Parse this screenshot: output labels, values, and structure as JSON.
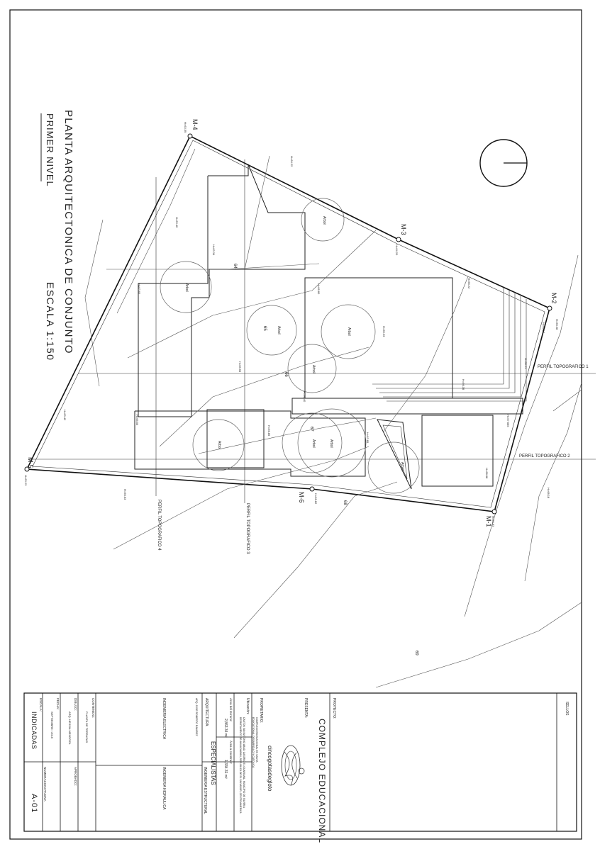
{
  "title_block": {
    "proyecto_label": "PROYECTO:",
    "proyecto": "COMPLEJO EDUCACIONAL",
    "presenta_label": "PRESENTA:",
    "logo_text": "cincogotasdegloto",
    "propietario_label": "PROPIETARIO:",
    "propietario_lines": [
      "COMPLEJO EDUCACIONAL EN SANTA",
      "EDUCACIONAL DESARROLLO Y CATOLICA"
    ],
    "ubicacion_label": "Ubicación:",
    "ubicacion_lines": [
      "CANTON SAN ANTONIO ABAD, CASERIO EL GUARUMAL, MUNICIPIO DE SILVER A",
      "DEPARTAMENTO DE AHUACHAPAN, REPUBLICA DE EL SALVADOR, CENTROAMERICA"
    ],
    "area_terreno_label": "Área del terreno:",
    "area_terreno": "2,863.34 m²",
    "area_construir_label": "Área a construir:",
    "area_construir": "1,334.31 m²",
    "especialistas_label": "ESPECIALISTAS",
    "arquitectura_label": "ARQUITECTURA",
    "arquitectura_name": "ARQ. JOSE ROBERTO RAMIREZ",
    "ing_estructural_label": "INGENIERIA ESTRUCTURAL",
    "ing_electrica_label": "INGENIERIA ELECTRICA",
    "ing_hidraulica_label": "INGENIERIA HIDRAULICA",
    "contenido_label": "CONTENIDO:",
    "contenido": "PLANTA DE TERRAZAS",
    "dibujo_label": "DIBUJO:",
    "dibujo": "ARQ. HESSIA MENDOZA",
    "aprobado_label": "APROBADO:",
    "fecha_label": "FECHA:",
    "fecha": "SEPTIEMBRE / 2016",
    "escala_label": "ESCALA:",
    "escala": "INDICADAS",
    "numeracion_label": "NUMERACION PAGINA",
    "numeracion": "A-01",
    "sellos_label": "SELLOS"
  },
  "plan": {
    "title_line1": "PLANTA ARQUITECTONICA DE CONJUNTO",
    "title_line2": "PRIMER NIVEL",
    "scale": "ESCALA 1:150",
    "monuments": [
      "M-1",
      "M-2",
      "M-3",
      "M-4",
      "M-5",
      "M-6"
    ],
    "profiles": [
      "PERFIL TOPOGRAFICO 1",
      "PERFIL TOPOGRAFICO 2",
      "PERFIL TOPOGRAFICO 3",
      "PERFIL TOPOGRAFICO 4"
    ],
    "tree_label": "Arbol",
    "contour_labels": [
      "64",
      "65",
      "66",
      "67",
      "68",
      "69"
    ],
    "elevations": [
      "H=63.59",
      "H=64.22",
      "H=63.34",
      "H=63.40",
      "H=63.63",
      "H=64.20",
      "H=63.42",
      "H=65.55",
      "H=66.63",
      "H=66.85",
      "H=65.33",
      "H=65.56",
      "H=66.80",
      "H=66.22",
      "H=66.38",
      "H=66.17",
      "H=68.18",
      "H=67.665",
      "H=68.88",
      "H=63.83",
      "H=63.85",
      "H=66.82",
      "H=63.23",
      "H=66.40",
      "H=66.36",
      "H=68.21"
    ]
  }
}
